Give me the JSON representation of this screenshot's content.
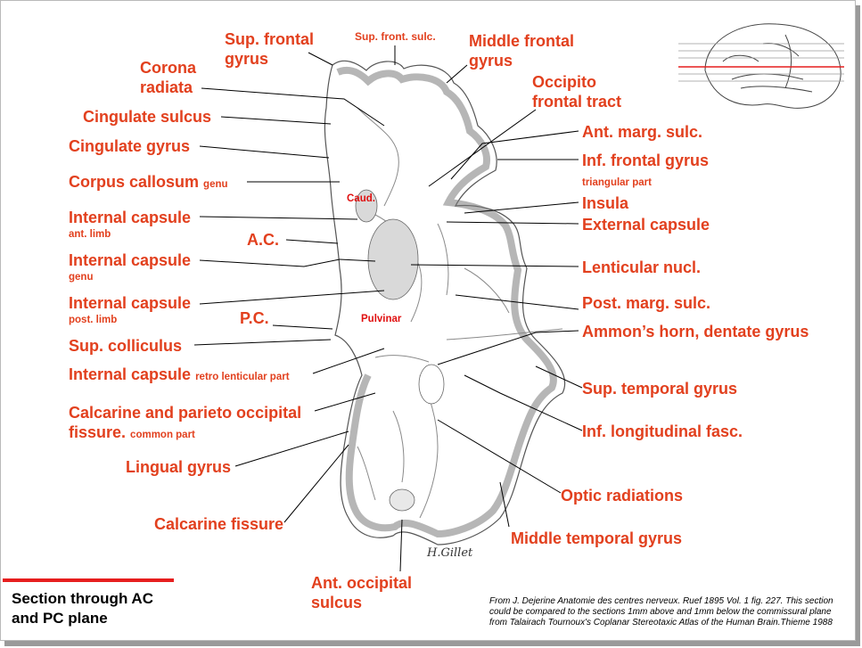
{
  "labels": {
    "sup_frontal_gyrus": "Sup. frontal\ngyrus",
    "sup_front_sulc": "Sup. front. sulc.",
    "middle_frontal_gyrus": "Middle frontal\ngyrus",
    "corona_radiata": "Corona\nradiata",
    "occipito_frontal_tract": "Occipito\nfrontal tract",
    "cingulate_sulcus": "Cingulate sulcus",
    "ant_marg_sulc": "Ant. marg. sulc.",
    "cingulate_gyrus": "Cingulate gyrus",
    "inf_frontal_gyrus": "Inf. frontal gyrus",
    "inf_frontal_gyrus_sub": "triangular part",
    "corpus_callosum": "Corpus callosum",
    "corpus_callosum_sub": "genu",
    "insula": "Insula",
    "internal_capsule_ant": "Internal capsule",
    "internal_capsule_ant_sub": "ant. limb",
    "external_capsule": "External capsule",
    "ac": "A.C.",
    "internal_capsule_genu": "Internal capsule",
    "internal_capsule_genu_sub": "genu",
    "lenticular_nucl": "Lenticular nucl.",
    "internal_capsule_post": "Internal capsule",
    "internal_capsule_post_sub": "post. limb",
    "post_marg_sulc": "Post. marg. sulc.",
    "pc": "P.C.",
    "ammons_horn": "Ammon’s horn, dentate gyrus",
    "sup_colliculus": "Sup. colliculus",
    "internal_capsule_retro": "Internal capsule",
    "internal_capsule_retro_sub": "retro lenticular part",
    "sup_temporal_gyrus": "Sup. temporal gyrus",
    "calcarine_parieto": "Calcarine and parieto occipital\nfissure.",
    "calcarine_parieto_sub": "common part",
    "inf_longitudinal_fasc": "Inf. longitudinal fasc.",
    "lingual_gyrus": "Lingual gyrus",
    "optic_radiations": "Optic radiations",
    "calcarine_fissure": "Calcarine fissure",
    "middle_temporal_gyrus": "Middle temporal gyrus",
    "ant_occipital_sulcus": "Ant. occipital\nsulcus",
    "caud": "Caud.",
    "pulvinar": "Pulvinar"
  },
  "footer": {
    "title": "Section through AC\nand PC plane",
    "credit": "From J. Dejerine Anatomie des centres nerveux. Ruef 1895 Vol. 1 fig. 227. This section could be compared to the sections 1mm above and 1mm below the commissural plane from Talairach Tournoux's Coplanar Stereotaxic Atlas of the Human Brain.Thieme 1988"
  },
  "signature": "H.Gillet",
  "colors": {
    "label": "#e2401e",
    "accent_bar": "#e61e1e",
    "inline_label": "#e01010"
  }
}
